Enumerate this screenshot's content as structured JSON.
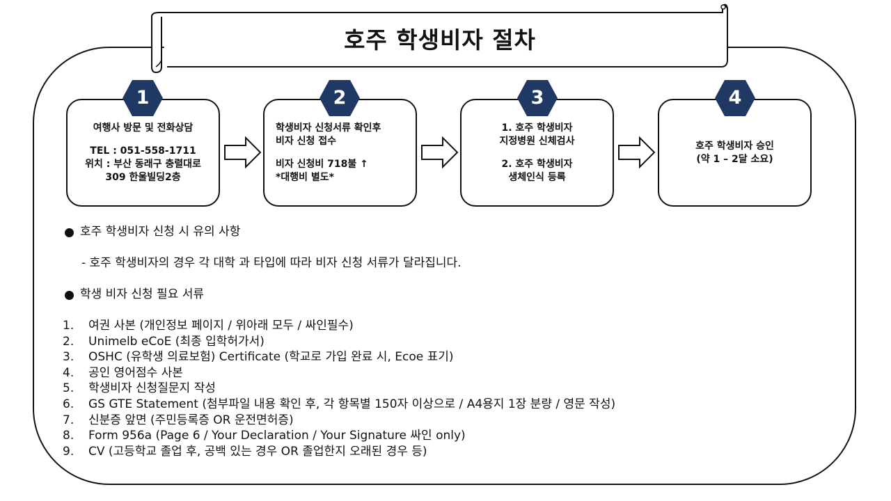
{
  "title": "호주 학생비자 절차",
  "colors": {
    "hex_fill": "#1f3864",
    "border": "#111111"
  },
  "steps": [
    {
      "number": "1",
      "lines": [
        "여행사 방문 및 전화상담",
        "",
        "TEL : 051-558-1711",
        "위치 : 부산 동래구 충렬대로",
        "309 한울빌딩2층"
      ]
    },
    {
      "number": "2",
      "lines": [
        "학생비자 신청서류 확인후",
        "비자 신청 접수",
        "",
        "비자 신청비 718불 ↑",
        "*대행비 별도*"
      ]
    },
    {
      "number": "3",
      "lines": [
        "1. 호주 학생비자",
        "지정병원 신체검사",
        "",
        "2. 호주 학생비자",
        "생체인식 등록"
      ]
    },
    {
      "number": "4",
      "lines": [
        "호주 학생비자 승인",
        "(약 1 – 2달 소요)"
      ]
    }
  ],
  "notice": {
    "heading": "호주 학생비자 신청 시 유의 사항",
    "text": "- 호주 학생비자의 경우 각 대학 과 타입에 따라 비자 신청 서류가 달라집니다."
  },
  "documents": {
    "heading": "학생 비자 신청 필요 서류",
    "items": [
      {
        "num": "1.",
        "text": "여권 사본 (개인정보 페이지 / 위아래 모두 / 싸인필수)"
      },
      {
        "num": "2.",
        "text": "Unimelb eCoE (최종 입학허가서)"
      },
      {
        "num": "3.",
        "text": "OSHC (유학생 의료보험) Certificate (학교로 가입 완료 시, Ecoe 표기)"
      },
      {
        "num": "4.",
        "text": "공인 영어점수 사본"
      },
      {
        "num": "5.",
        "text": "학생비자 신청질문지 작성"
      },
      {
        "num": "6.",
        "text": "GS GTE Statement (첨부파일 내용 확인 후, 각 항목별 150자 이상으로 / A4용지 1장 분량 / 영문 작성)"
      },
      {
        "num": "7.",
        "text": "신분증 앞면 (주민등록증 OR 운전면허증)"
      },
      {
        "num": "8.",
        "text": "Form 956a (Page 6 / Your Declaration / Your Signature 싸인 only)"
      },
      {
        "num": "9.",
        "text": "CV (고등학교 졸업 후, 공백 있는 경우 OR 졸업한지 오래된 경우 등)"
      }
    ]
  }
}
